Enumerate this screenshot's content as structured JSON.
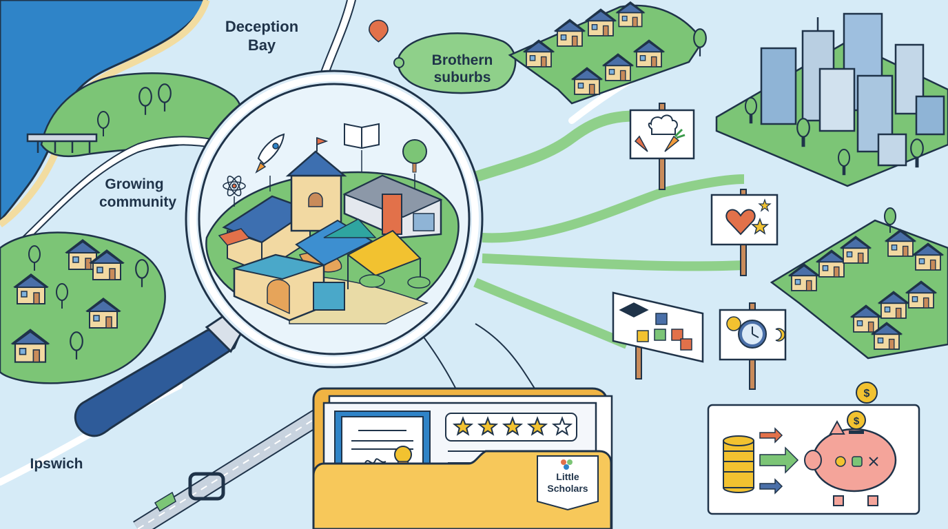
{
  "labels": {
    "deception_bay_line1": "Deception",
    "deception_bay_line2": "Bay",
    "brothern_line1": "Brothern",
    "brothern_line2": "suburbs",
    "growing_line1": "Growing",
    "growing_line2": "community",
    "ipswich": "Ipswich"
  },
  "brand": {
    "line1": "Little",
    "line2": "Scholars"
  },
  "rating": {
    "filled_stars": 4,
    "total_stars": 5
  },
  "icons": {
    "location": "location-pin-icon",
    "nutrition": "chef-hat-carrot-icon",
    "care": "heart-stars-icon",
    "education": "graduation-cap-blocks-icon",
    "hours": "sun-clock-moon-icon",
    "savings": "coins-piggy-bank-icon",
    "search": "magnifying-glass-icon"
  },
  "colors": {
    "water": "#2f84c8",
    "land": "#d6ebf7",
    "grass": "#7cc576",
    "outline": "#1f3349",
    "folder": "#f7c85a",
    "roof_blue": "#3d6fb0",
    "gold": "#f2c230"
  }
}
